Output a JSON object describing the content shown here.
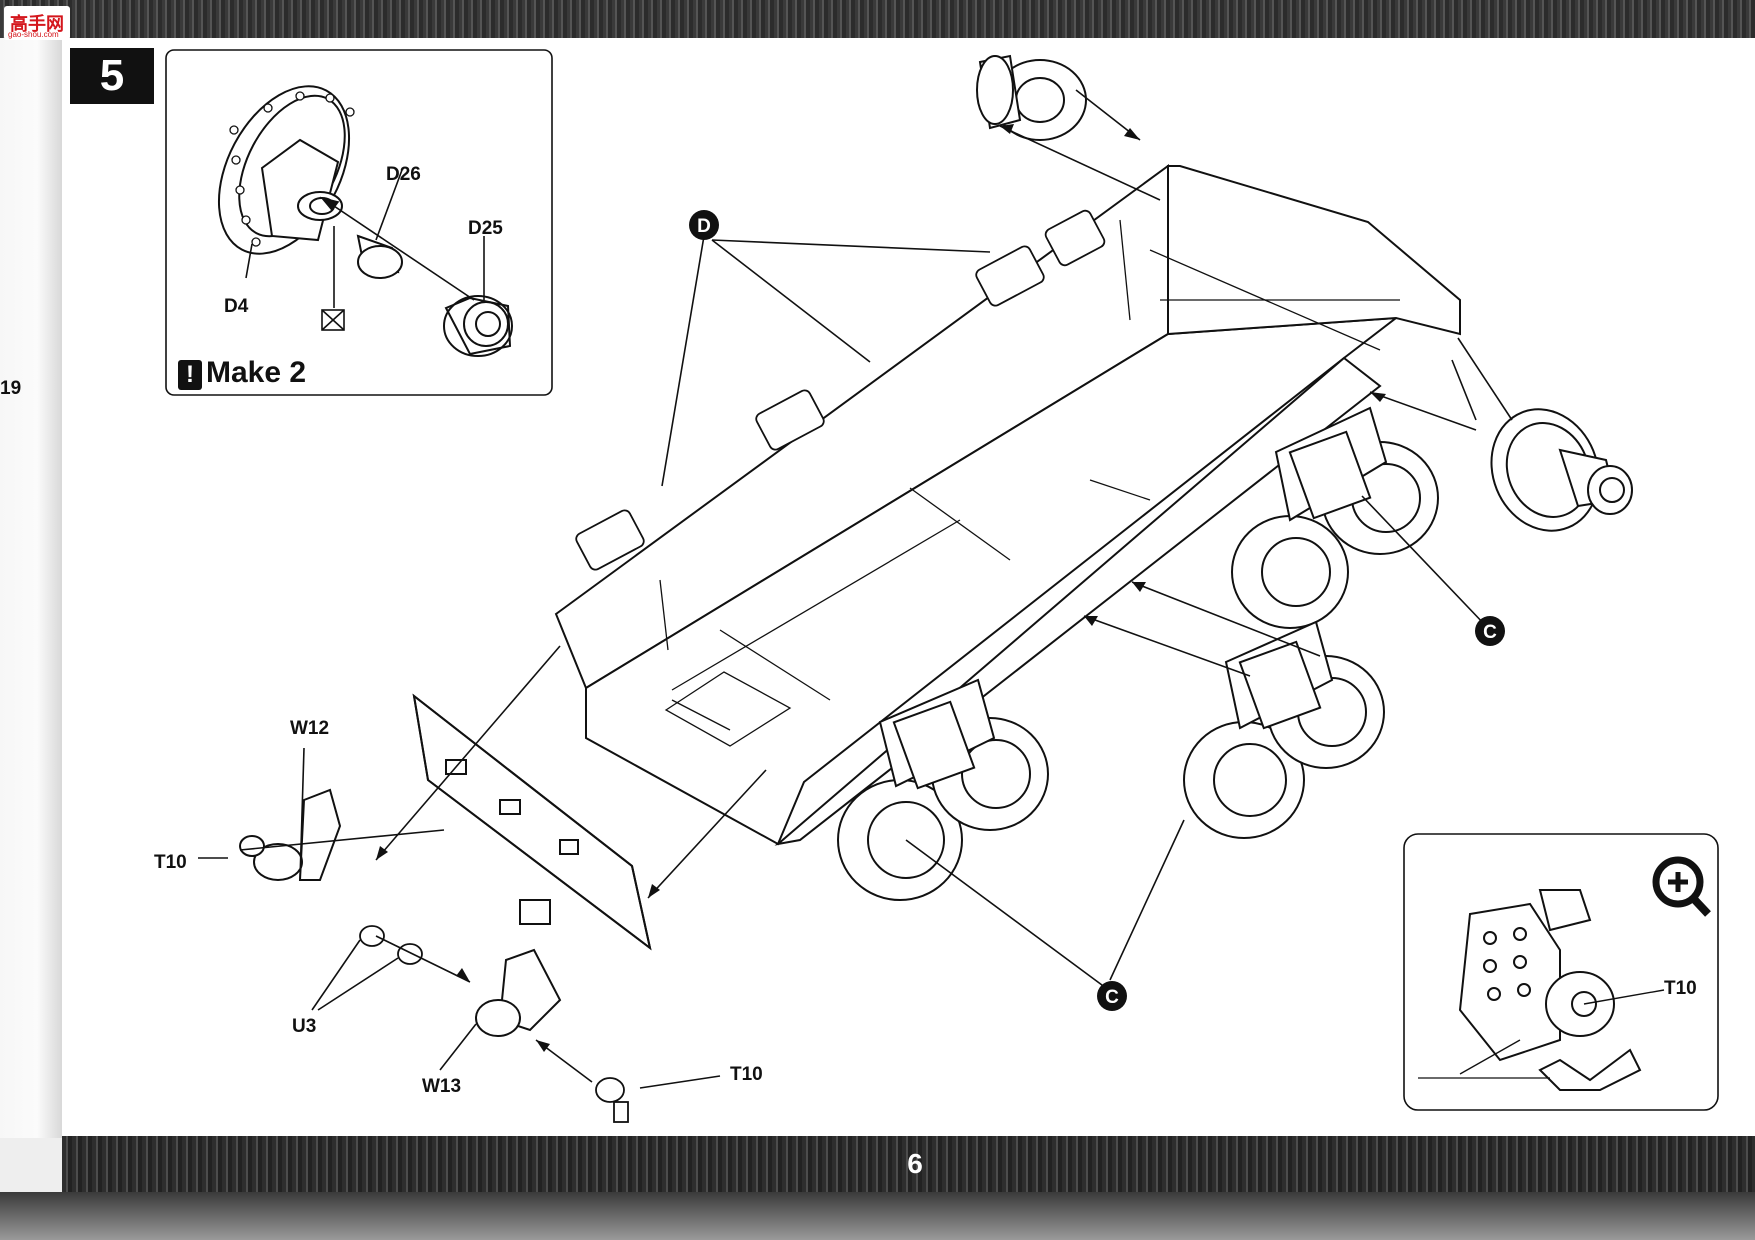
{
  "header": {
    "logo_text": "高手网",
    "logo_sub": "gao-shou.com"
  },
  "side_page_number": "19",
  "step": {
    "number": "5"
  },
  "inset": {
    "note": "Make 2",
    "labels": {
      "d26": "D26",
      "d25": "D25",
      "d4": "D4"
    }
  },
  "main": {
    "callouts": {
      "d": "D",
      "c_top": "C",
      "c_bottom": "C"
    },
    "labels": {
      "w12": "W12",
      "t10_left": "T10",
      "u3": "U3",
      "w13": "W13",
      "t10_bottom": "T10",
      "t10_detail": "T10"
    }
  },
  "detail_icon": "zoom-in-icon",
  "page_number": "6"
}
